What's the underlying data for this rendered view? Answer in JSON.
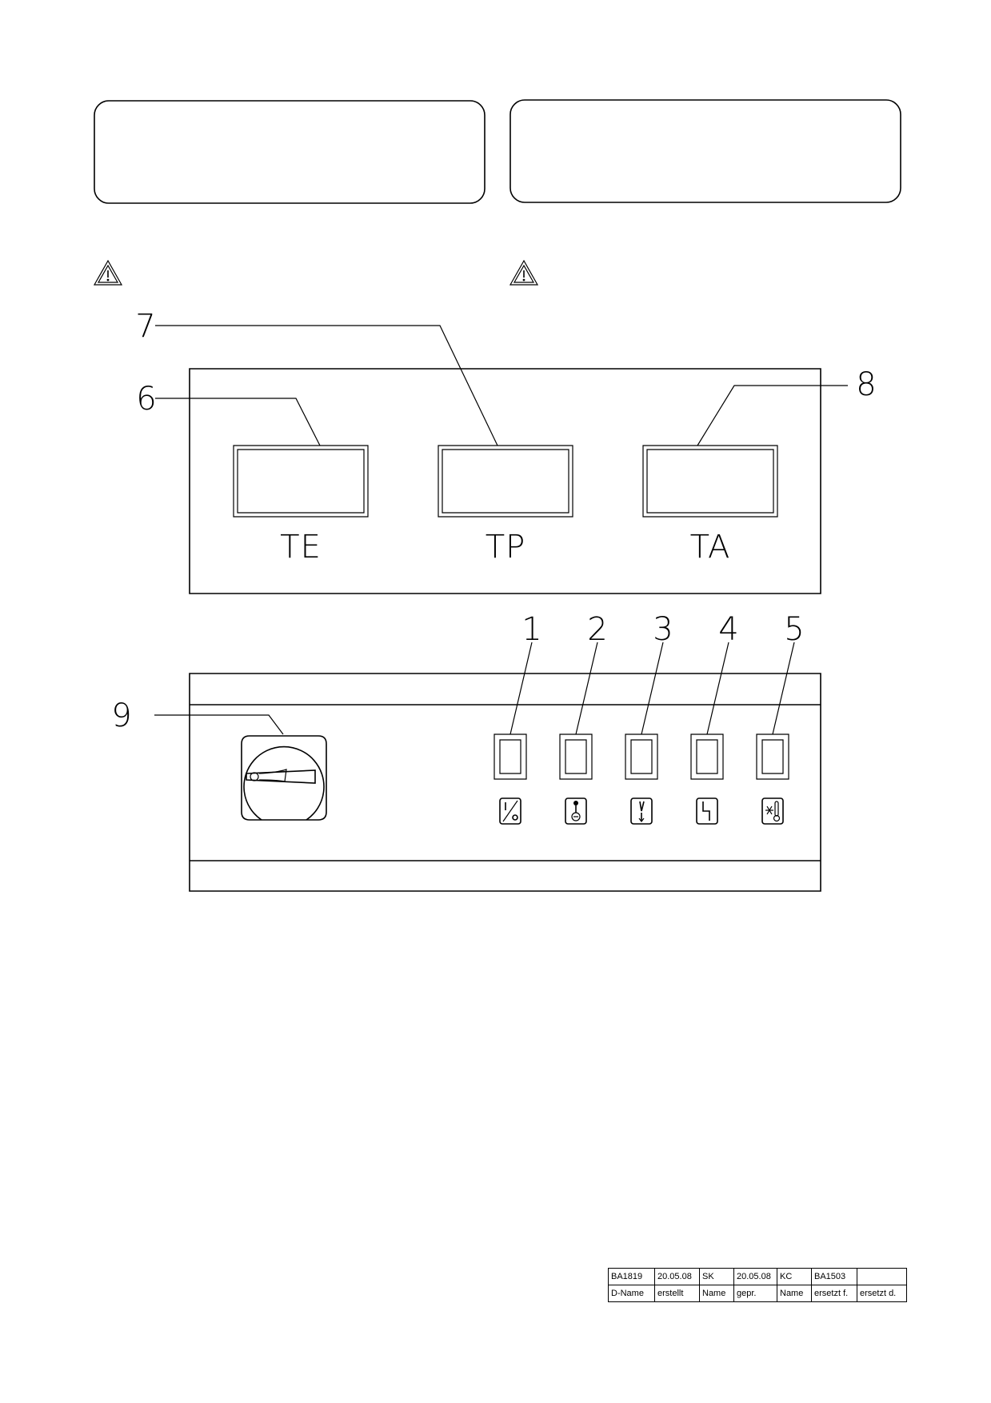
{
  "display_labels": [
    "TE",
    "TP",
    "TA"
  ],
  "callouts": {
    "c1": "1",
    "c2": "2",
    "c3": "3",
    "c4": "4",
    "c5": "5",
    "c6": "6",
    "c7": "7",
    "c8": "8",
    "c9": "9"
  },
  "indicator_icons": [
    "on-off-icon",
    "pump-icon",
    "alarm-icon",
    "fault-icon",
    "cooling-temperature-icon"
  ],
  "warning_icons": [
    "warning-icon",
    "warning-icon"
  ],
  "main_switch_icon": "rotary-main-switch-icon",
  "title_block": {
    "row1": [
      "BA1819",
      "20.05.08",
      "SK",
      "20.05.08",
      "KC",
      "BA1503",
      ""
    ],
    "row2": [
      "D-Name",
      "erstellt",
      "Name",
      "gepr.",
      "Name",
      "ersetzt f.",
      "ersetzt d."
    ]
  }
}
